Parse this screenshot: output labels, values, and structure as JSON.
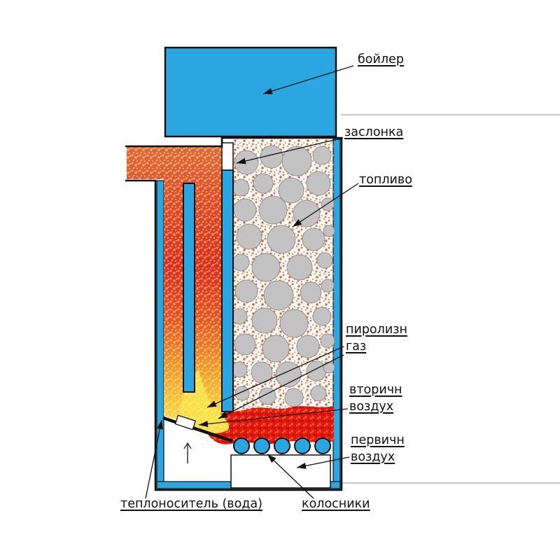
{
  "labels": {
    "boiler": "бойлер",
    "damper": "заслонка",
    "fuel": "топливо",
    "pyrolysis_line1": "пиролизн",
    "pyrolysis_line2": "газ",
    "secondary_line1": "вторичн",
    "secondary_line2": "воздух",
    "primary_line1": "первичн",
    "primary_line2": "воздух",
    "coolant": "теплоноситель (вода)",
    "grates": "колосники"
  },
  "colors": {
    "water_blue": "#2aa7e0",
    "coal_red": "#e8170a",
    "flame_yellow": "#ffdf3a",
    "log_gray": "#c3c3c3",
    "line_gray": "#b3b3b3",
    "outline_black": "#111111"
  }
}
